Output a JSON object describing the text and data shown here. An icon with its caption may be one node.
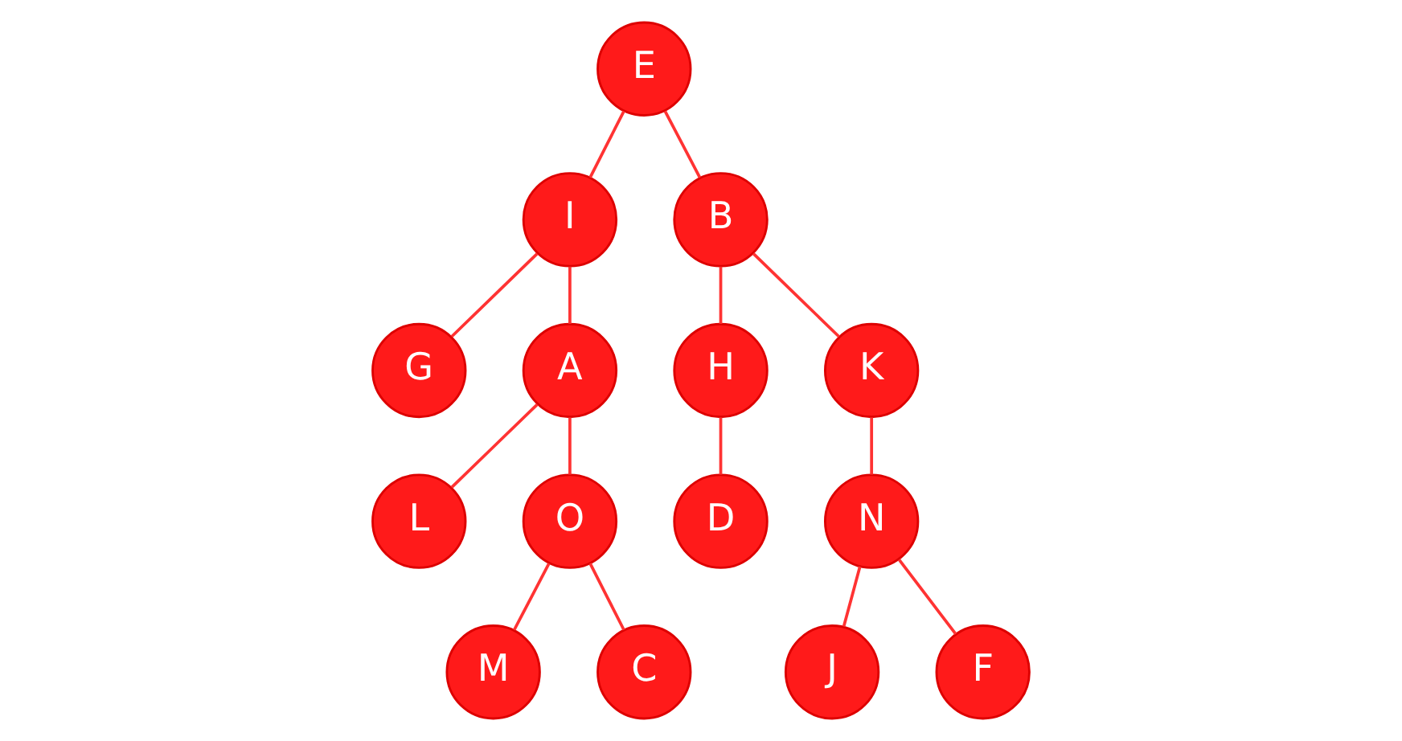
{
  "diagram": {
    "nodes": [
      {
        "text": [
          "E"
        ]
      },
      {
        "text": [
          "I"
        ]
      },
      {
        "text": [
          "B"
        ]
      },
      {
        "text": [
          "G"
        ]
      },
      {
        "text": [
          "A"
        ]
      },
      {
        "text": [
          "H"
        ]
      },
      {
        "text": [
          "K"
        ]
      },
      {
        "text": [
          "L"
        ]
      },
      {
        "text": [
          "O"
        ]
      },
      {
        "text": [
          "D"
        ]
      },
      {
        "text": [
          "N"
        ]
      },
      {
        "text": [
          "M"
        ]
      },
      {
        "text": [
          "C"
        ]
      },
      {
        "text": [
          "J"
        ]
      },
      {
        "text": [
          "F"
        ]
      }
    ],
    "edges": [
      {
        "from": 0,
        "to": 1,
        "arrow": "none"
      },
      {
        "from": 0,
        "to": 2,
        "arrow": "none"
      },
      {
        "from": 1,
        "to": 3,
        "arrow": "none"
      },
      {
        "from": 1,
        "to": 4,
        "arrow": "none"
      },
      {
        "from": 4,
        "to": 7,
        "arrow": "none"
      },
      {
        "from": 4,
        "to": 8,
        "arrow": "none"
      },
      {
        "from": 8,
        "to": 11,
        "arrow": "none"
      },
      {
        "from": 8,
        "to": 12,
        "arrow": "none"
      },
      {
        "from": 2,
        "to": 5,
        "arrow": "none"
      },
      {
        "from": 2,
        "to": 6,
        "arrow": "none"
      },
      {
        "from": 5,
        "to": 9,
        "arrow": "none"
      },
      {
        "from": 6,
        "to": 10,
        "arrow": "none"
      },
      {
        "from": 10,
        "to": 13,
        "arrow": "none"
      },
      {
        "from": 10,
        "to": 14,
        "arrow": "none"
      }
    ]
  }
}
